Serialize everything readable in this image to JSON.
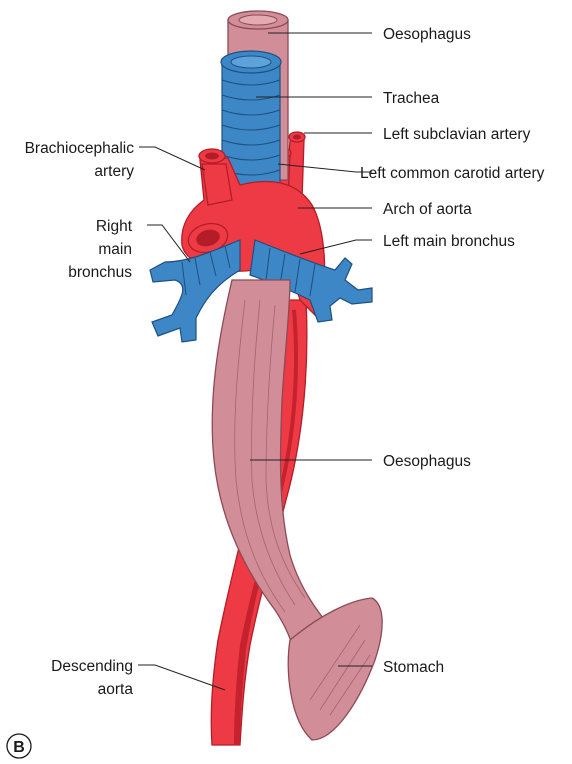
{
  "figure_letter": "B",
  "labels": {
    "oesophagus_top": "Oesophagus",
    "trachea": "Trachea",
    "left_subclavian": "Left subclavian artery",
    "brachiocephalic_line1": "Brachiocephalic",
    "brachiocephalic_line2": "artery",
    "left_common_carotid": "Left common carotid artery",
    "arch_of_aorta": "Arch of aorta",
    "right_main_bronchus_line1": "Right",
    "right_main_bronchus_line2": "main",
    "right_main_bronchus_line3": "bronchus",
    "left_main_bronchus": "Left main bronchus",
    "oesophagus_mid": "Oesophagus",
    "descending_aorta_line1": "Descending",
    "descending_aorta_line2": "aorta",
    "stomach": "Stomach"
  },
  "colors": {
    "oesophagus": "#d28e98",
    "aorta": "#ee3a45",
    "trachea": "#3d87c6"
  }
}
